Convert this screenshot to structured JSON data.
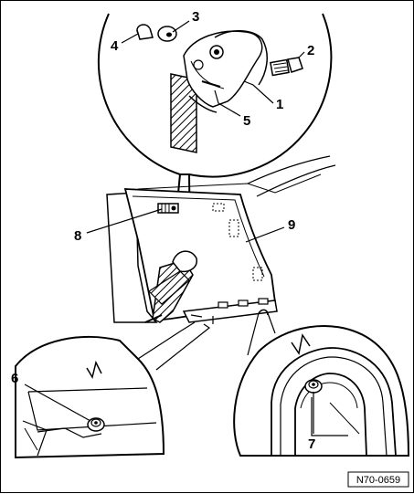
{
  "figure": {
    "reference": "N70-0659",
    "callouts": [
      {
        "id": "c1",
        "label": "1"
      },
      {
        "id": "c2",
        "label": "2"
      },
      {
        "id": "c3",
        "label": "3"
      },
      {
        "id": "c4",
        "label": "4"
      },
      {
        "id": "c5",
        "label": "5"
      },
      {
        "id": "c6",
        "label": "6"
      },
      {
        "id": "c7",
        "label": "7"
      },
      {
        "id": "c8",
        "label": "8"
      },
      {
        "id": "c9",
        "label": "9"
      }
    ]
  }
}
